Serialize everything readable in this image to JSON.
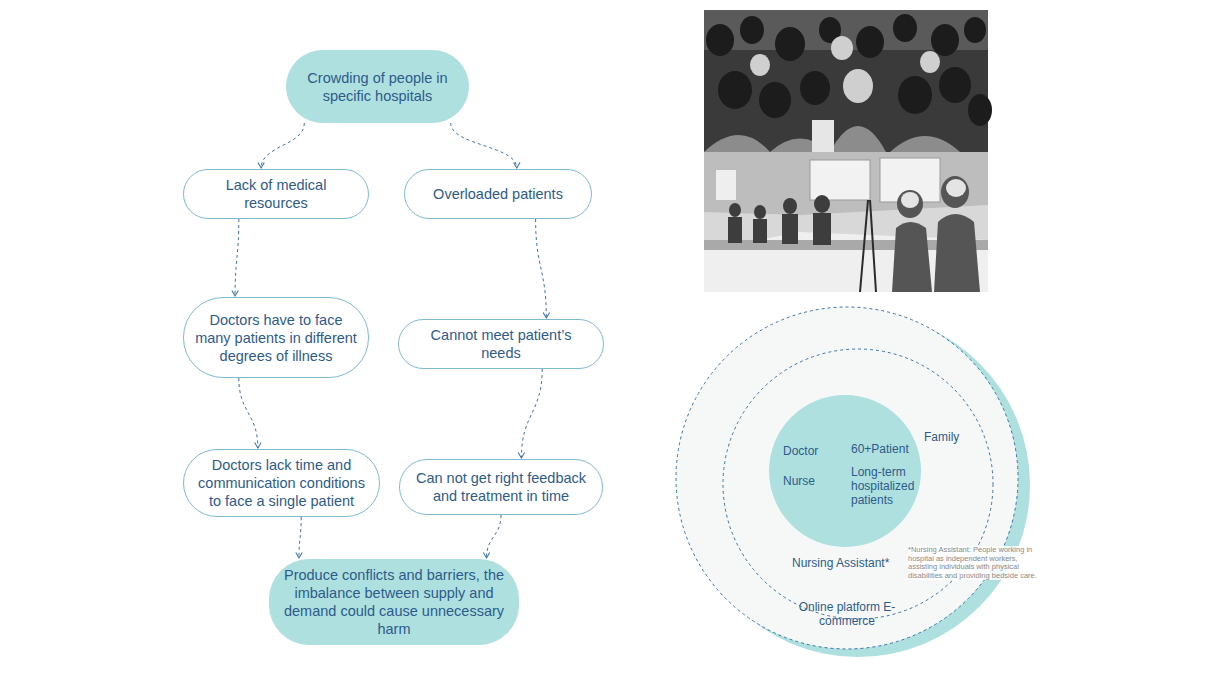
{
  "diagram": {
    "nodes": [
      {
        "text": [
          "Crowding of people in specific hospitals"
        ]
      },
      {
        "text": [
          "Lack of medical resources"
        ]
      },
      {
        "text": [
          "Overloaded patients"
        ]
      },
      {
        "text": [
          "Doctors have to face many patients in different degrees of illness"
        ]
      },
      {
        "text": [
          "Cannot meet patient’s needs"
        ]
      },
      {
        "text": [
          "Doctors lack time and communication conditions to face a single patient"
        ]
      },
      {
        "text": [
          "Can not get right feedback and treatment in time"
        ]
      },
      {
        "text": [
          "Produce conflicts and barriers, the imbalance between supply and demand could cause unnecessary harm"
        ]
      },
      {
        "text": [
          "Online platform E-commerce"
        ]
      },
      {
        "text": [
          "Family",
          "Nursing Assistant*"
        ],
        "in": 8
      },
      {
        "text": [
          "Doctor",
          "Nurse",
          "60+Patient",
          "Long-term hospitalized patients"
        ],
        "in": 9
      }
    ],
    "edges": [
      {
        "from": 0,
        "to": 1,
        "arrow": "to"
      },
      {
        "from": 0,
        "to": 2,
        "arrow": "to"
      },
      {
        "from": 1,
        "to": 3,
        "arrow": "to"
      },
      {
        "from": 3,
        "to": 5,
        "arrow": "to"
      },
      {
        "from": 5,
        "to": 7,
        "arrow": "to"
      },
      {
        "from": 2,
        "to": 4,
        "arrow": "to"
      },
      {
        "from": 4,
        "to": 6,
        "arrow": "to"
      },
      {
        "from": 6,
        "to": 7,
        "arrow": "to"
      }
    ],
    "labels": [
      "*Nursing Assistant: People working in hospital as independent workers, assisting individuals with physical disabilities and providing bedside care."
    ]
  }
}
